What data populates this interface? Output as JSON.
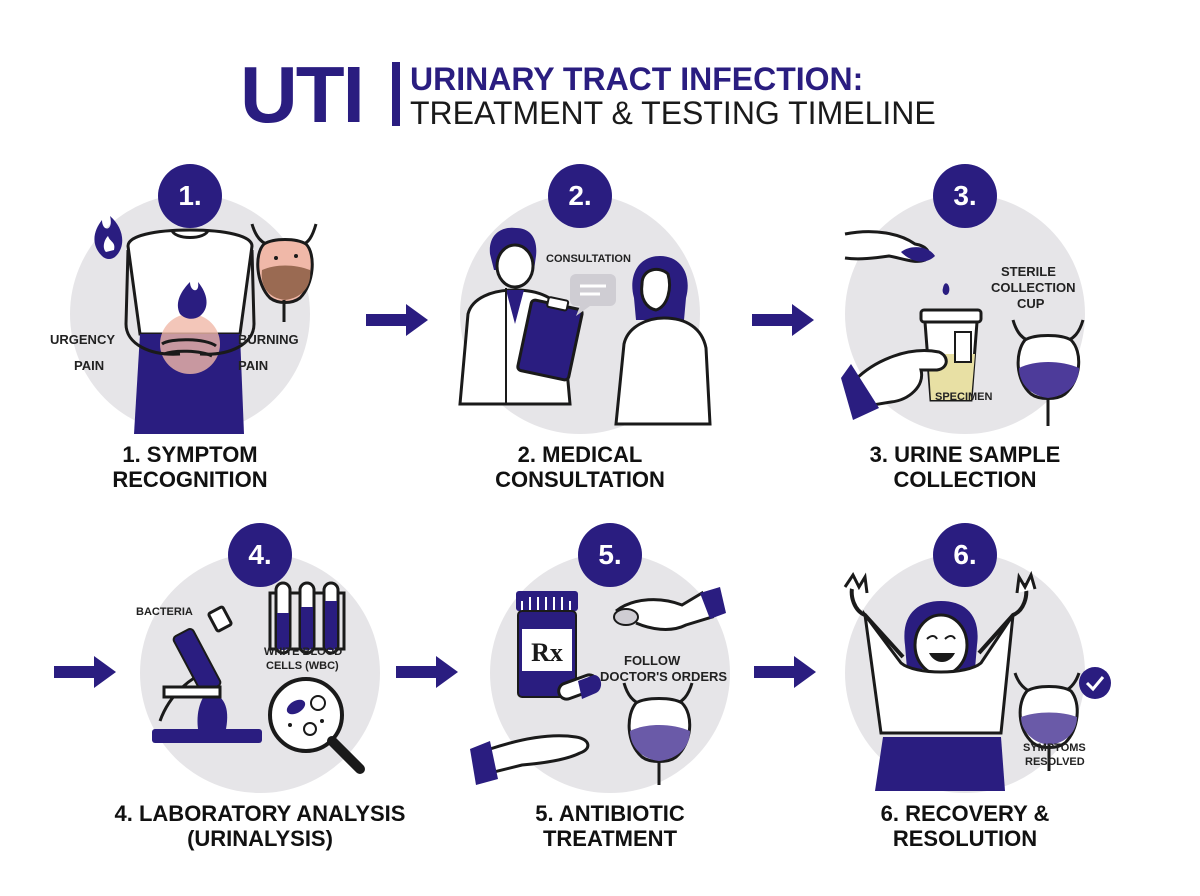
{
  "header": {
    "acronym": "UTI",
    "line1": "URINARY TRACT INFECTION:",
    "line2": "TREATMENT & TESTING TIMELINE"
  },
  "colors": {
    "accent": "#2a1d80",
    "circle": "#e6e5e8",
    "inflamed": "#f0b8a8"
  },
  "steps": [
    {
      "badge": "1.",
      "title1": "1. SYMPTOM",
      "title2": "RECOGNITION",
      "labels": {
        "left1": "URGENCY",
        "left2": "PAIN",
        "right1": "BURNING",
        "right2": "PAIN"
      },
      "icons": [
        "flame-icon",
        "bladder-icon",
        "person-icon"
      ]
    },
    {
      "badge": "2.",
      "title1": "2. MEDICAL",
      "title2": "CONSULTATION",
      "labels": {
        "bubble": "CONSULTATION"
      },
      "icons": [
        "doctor-icon",
        "clipboard-icon",
        "patient-icon",
        "speech-bubble-icon"
      ]
    },
    {
      "badge": "3.",
      "title1": "3. URINE SAMPLE",
      "title2": "COLLECTION",
      "labels": {
        "cup1": "STERILE",
        "cup2": "COLLECTION",
        "cup3": "CUP",
        "specimen": "SPECIMEN"
      },
      "icons": [
        "hand-icon",
        "specimen-cup-icon",
        "bladder-icon"
      ]
    },
    {
      "badge": "4.",
      "title1": "4. LABORATORY ANALYSIS",
      "title2": "(URINALYSIS)",
      "labels": {
        "bacteria": "BACTERIA",
        "wbc1": "WHITE BLOOD",
        "wbc2": "CELLS (WBC)"
      },
      "icons": [
        "microscope-icon",
        "test-tubes-icon",
        "magnifier-icon"
      ]
    },
    {
      "badge": "5.",
      "title1": "5. ANTIBIOTIC",
      "title2": "TREATMENT",
      "labels": {
        "rx": "Rx",
        "follow1": "FOLLOW",
        "follow2": "DOCTOR'S ORDERS"
      },
      "icons": [
        "pill-bottle-icon",
        "capsule-icon",
        "hand-icon",
        "bladder-icon"
      ]
    },
    {
      "badge": "6.",
      "title1": "6. RECOVERY &",
      "title2": "RESOLUTION",
      "labels": {
        "res1": "SYMPTOMS",
        "res2": "RESOLVED"
      },
      "icons": [
        "happy-person-icon",
        "bladder-icon",
        "check-icon"
      ]
    }
  ]
}
